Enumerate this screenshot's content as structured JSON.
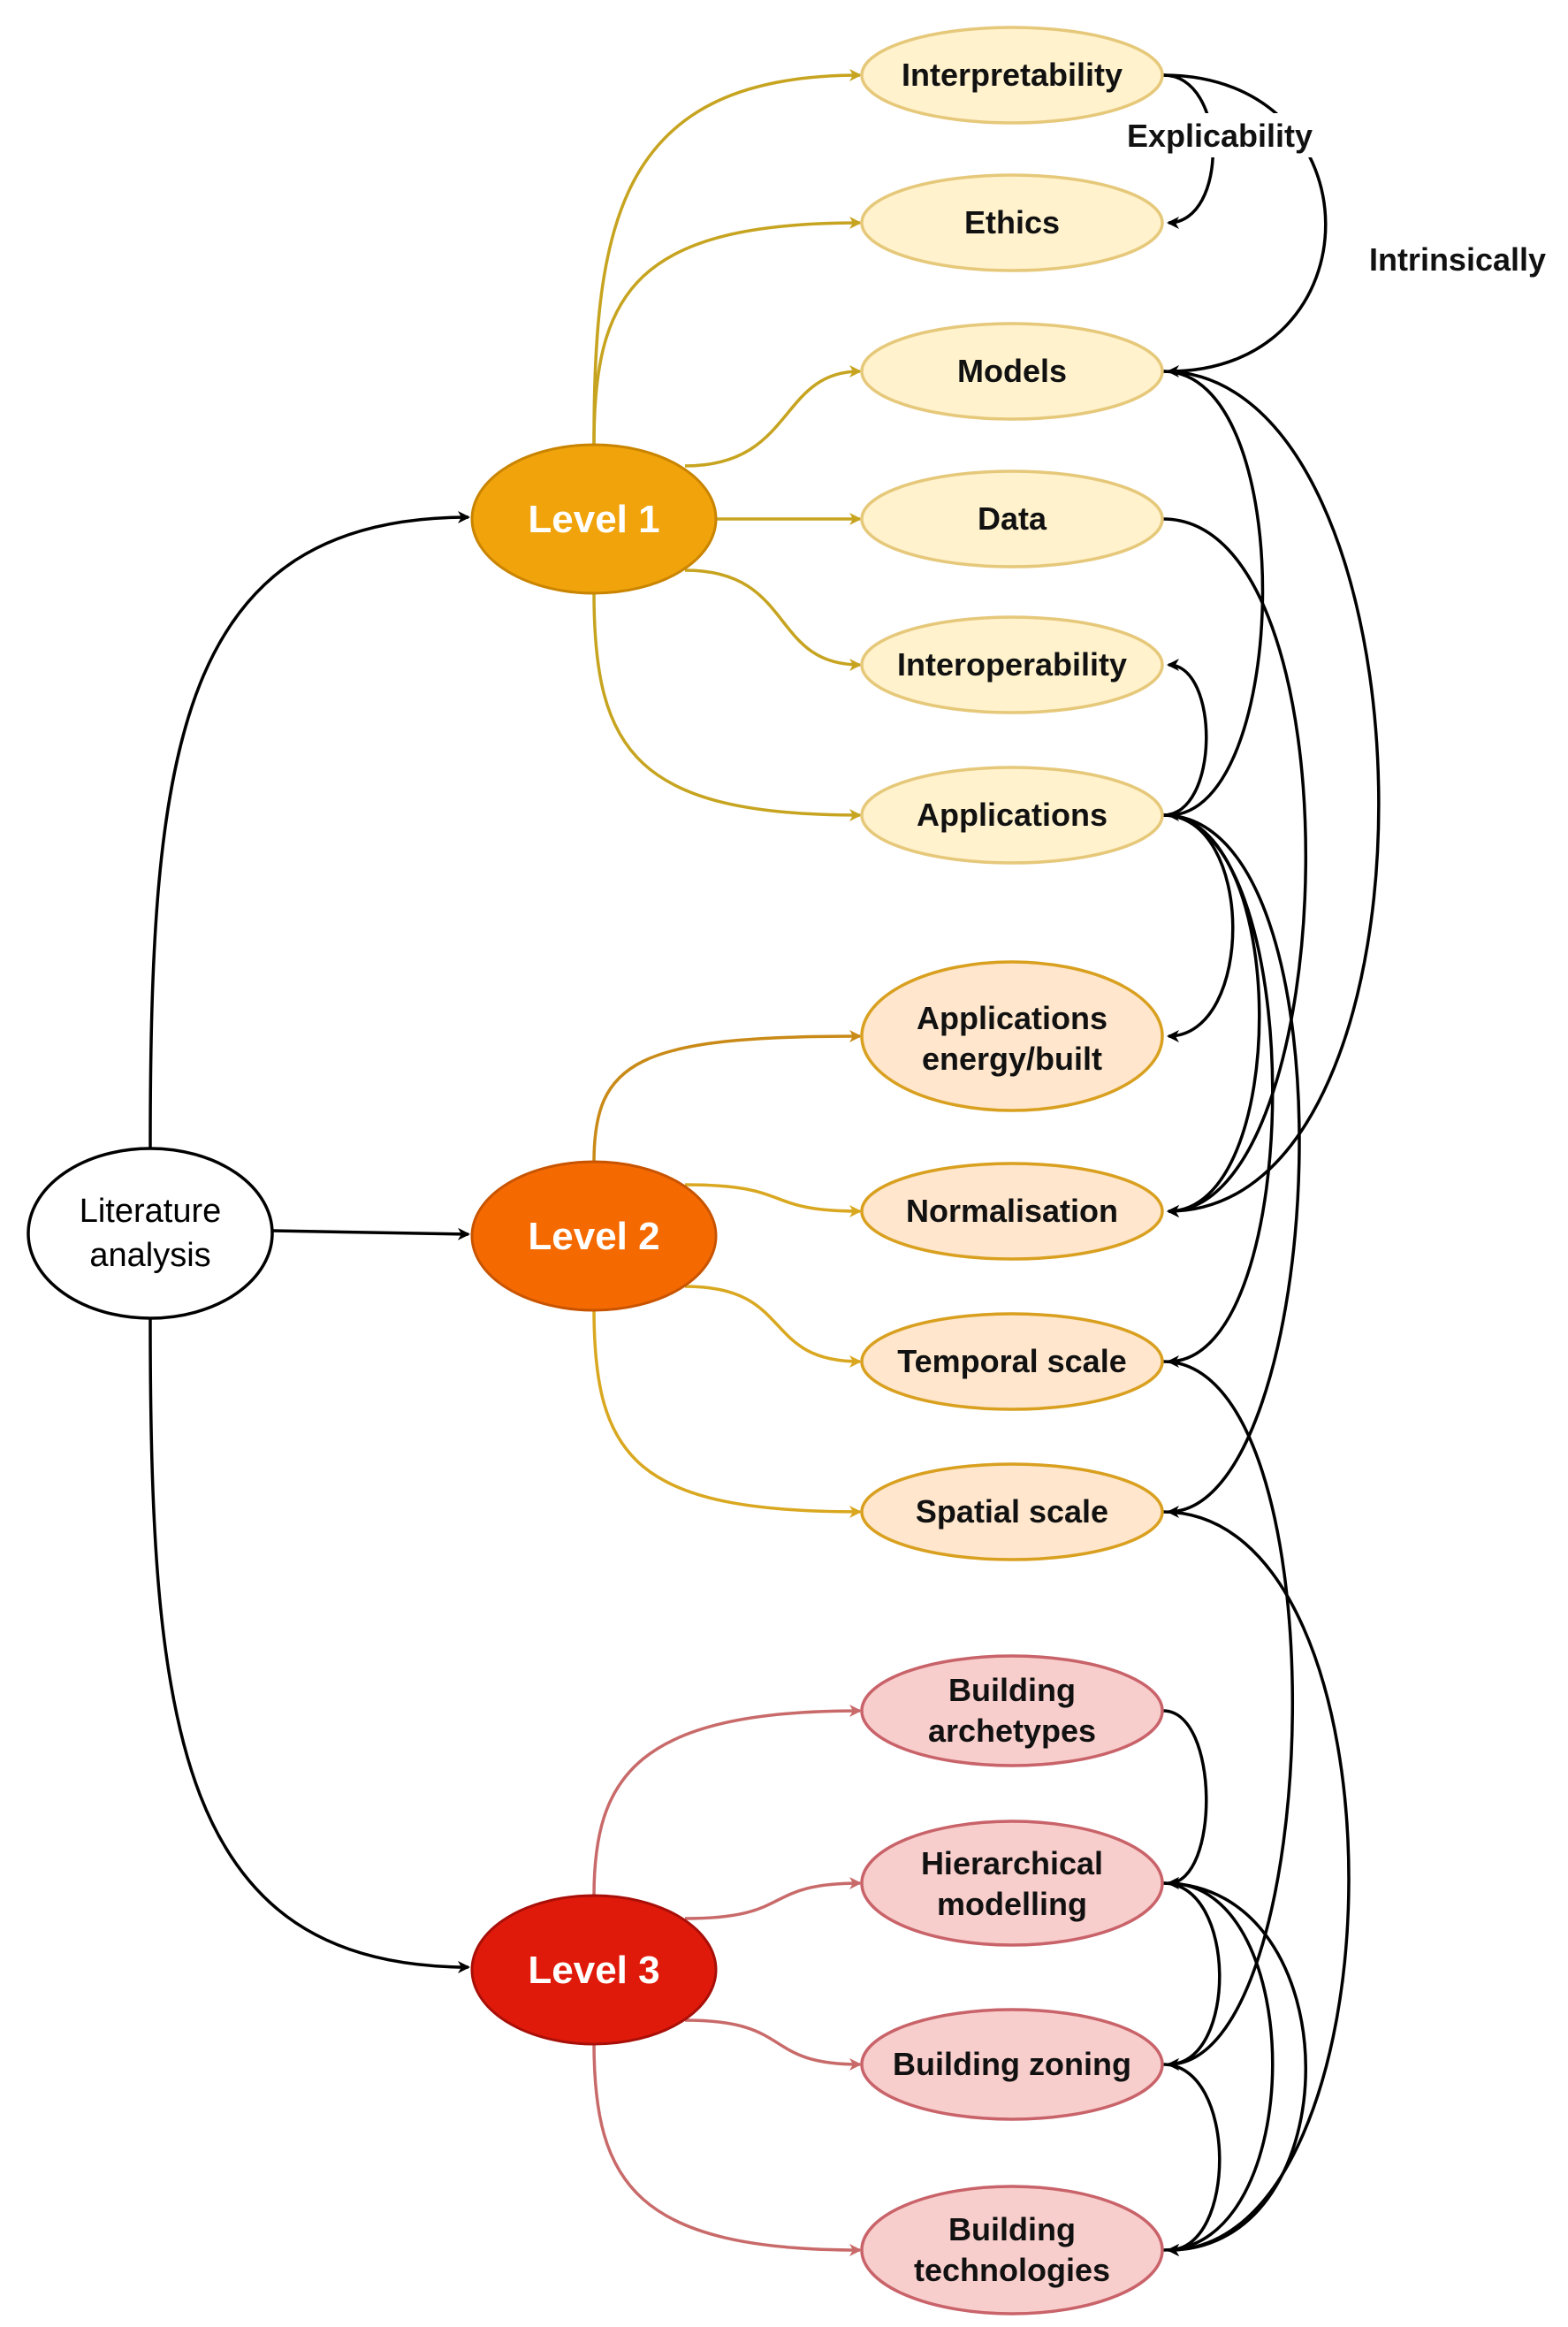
{
  "colors": {
    "level1_edge": "#c7a420",
    "level2_edge": "#c98a18",
    "level3_edge": "#c96a6a",
    "cross_edge": "#000000",
    "level1_fill": "#f0a30a",
    "level2_fill": "#f56a00",
    "level3_fill": "#e01a0a",
    "l1_child_fill": "#fff2cc",
    "l1_child_stroke": "#e6c87a",
    "l2_child_fill": "#ffe6cc",
    "l2_child_stroke": "#d9a020",
    "l3_child_fill": "#f8cecc",
    "l3_child_stroke": "#c9636a"
  },
  "root": {
    "lines": [
      "Literature",
      "analysis"
    ]
  },
  "levels": {
    "l1": {
      "label": "Level 1"
    },
    "l2": {
      "label": "Level 2"
    },
    "l3": {
      "label": "Level 3"
    }
  },
  "topics": {
    "interpretability": [
      "Interpretability"
    ],
    "ethics": [
      "Ethics"
    ],
    "models": [
      "Models"
    ],
    "data": [
      "Data"
    ],
    "interoperability": [
      "Interoperability"
    ],
    "applications": [
      "Applications"
    ],
    "app_energy": [
      "Applications",
      "energy/built"
    ],
    "normalisation": [
      "Normalisation"
    ],
    "temporal": [
      "Temporal scale"
    ],
    "spatial": [
      "Spatial scale"
    ],
    "archetypes": [
      "Building",
      "archetypes"
    ],
    "hierarchical": [
      "Hierarchical",
      "modelling"
    ],
    "zoning": [
      "Building zoning"
    ],
    "technologies": [
      "Building",
      "technologies"
    ]
  },
  "edge_labels": {
    "explicability": "Explicability",
    "intrinsically": "Intrinsically"
  }
}
